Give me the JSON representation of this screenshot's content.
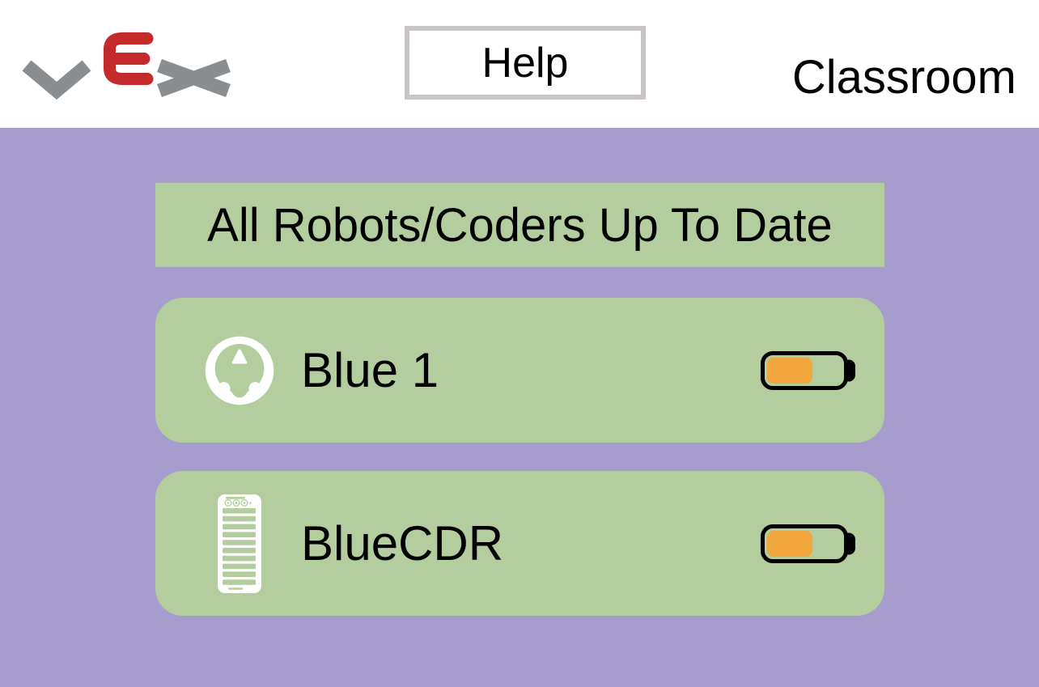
{
  "header": {
    "logo_label": "VEX",
    "help_button_label": "Help",
    "classroom_label": "Classroom"
  },
  "status_banner": {
    "text": "All Robots/Coders Up To Date"
  },
  "devices": [
    {
      "name": "Blue 1",
      "type": "robot",
      "icon": "vex-123-robot-icon",
      "battery_percent": 57
    },
    {
      "name": "BlueCDR",
      "type": "coder",
      "icon": "vex-coder-icon",
      "battery_percent": 57
    }
  ],
  "colors": {
    "background_purple": "#a69dce",
    "panel_green": "#b4cd9e",
    "battery_orange": "#f1a73d",
    "header_white": "#ffffff",
    "help_border_gray": "#cac5c5",
    "vex_logo_gray": "#8b8e90",
    "vex_logo_red": "#c4292b",
    "text_black": "#000000"
  }
}
